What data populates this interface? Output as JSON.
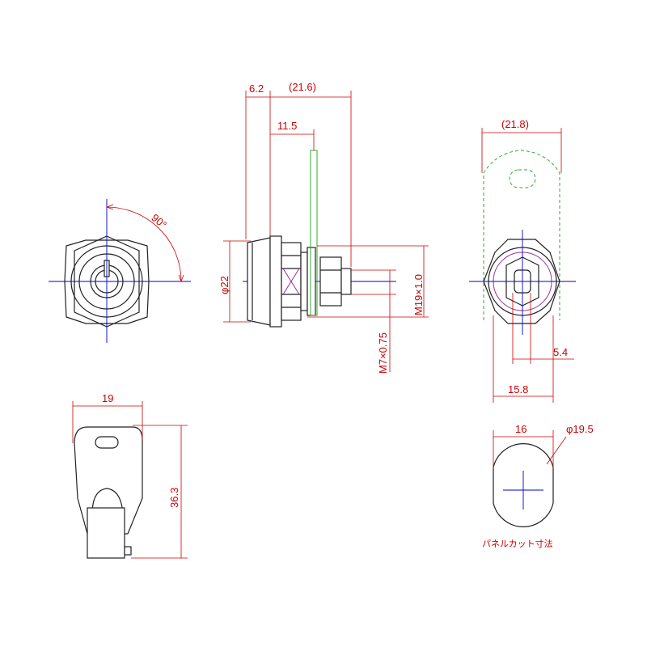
{
  "dimensions": {
    "angle": "90°",
    "flange_thickness": "6.2",
    "overall_length": "(21.6)",
    "cam_offset": "11.5",
    "flange_diameter": "φ22",
    "body_thread": "M19×1.0",
    "shaft_thread": "M7×0.75",
    "cam_width": "(21.8)",
    "shaft_flat": "5.4",
    "across_flats": "15.8",
    "key_width": "19",
    "key_height": "36.3",
    "cutout_flat": "16",
    "cutout_diameter": "φ19.5"
  },
  "labels": {
    "panel_cutout": "パネルカット寸法"
  },
  "colors": {
    "dimension": "#cc0000",
    "outline": "#222222",
    "centerline": "#0000cc",
    "hidden": "#33aa33",
    "cam": "#993399"
  }
}
